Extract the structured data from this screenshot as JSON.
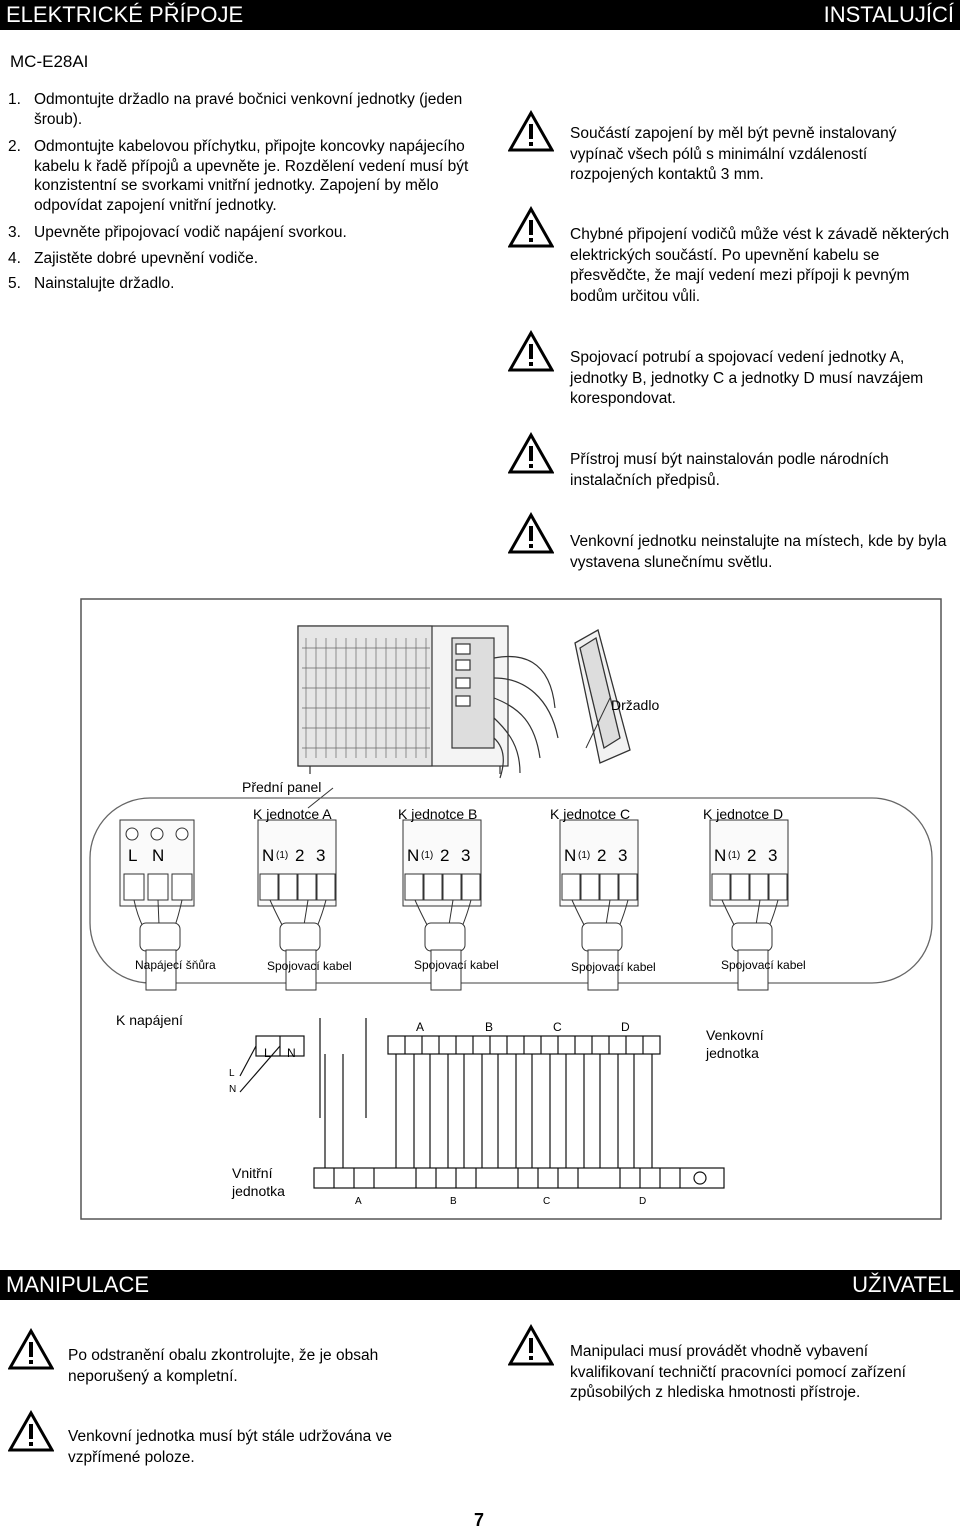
{
  "header": {
    "title": "ELEKTRICKÉ PŘÍPOJE",
    "tag": "INSTALUJÍCÍ"
  },
  "model": "MC-E28AI",
  "steps": [
    {
      "num": "1.",
      "text": "Odmontujte držadlo na pravé bočnici venkovní jednotky (jeden šroub)."
    },
    {
      "num": "2.",
      "text": "Odmontujte kabelovou příchytku, připojte koncovky napájecího kabelu k řadě přípojů a upevněte je. Rozdělení vedení musí být konzistentní se svorkami vnitřní jednotky. Zapojení by mělo odpovídat zapojení vnitřní jednotky."
    },
    {
      "num": "3.",
      "text": "Upevněte připojovací vodič napájení svorkou."
    },
    {
      "num": "4.",
      "text": "Zajistěte dobré upevnění vodiče."
    },
    {
      "num": "5.",
      "text": "Nainstalujte držadlo."
    }
  ],
  "warnings": [
    "Součástí zapojení by měl být pevně instalovaný vypínač všech pólů s minimální vzdáleností rozpojených kontaktů 3 mm.",
    "Chybné připojení vodičů může vést k závadě některých elektrických součástí. Po upevnění kabelu se přesvědčte, že mají vedení mezi přípoji k pevným bodům určitou vůli.",
    "Spojovací potrubí a spojovací vedení jednotky A, jednotky B, jednotky C a jednotky D musí navzájem korespondovat.",
    "Přístroj musí být nainstalován podle národních instalačních předpisů.",
    "Venkovní jednotku neinstalujte na místech, kde by byla vystavena slunečnímu světlu."
  ],
  "diagram": {
    "handle_label": "Držadlo",
    "front_panel_label": "Přední panel",
    "unit_labels": [
      "K jednotce A",
      "K jednotce B",
      "K jednotce C",
      "K jednotce D"
    ],
    "terminal_ln": [
      "L",
      "N"
    ],
    "terminal_unit": [
      "N",
      "(1)",
      "2",
      "3"
    ],
    "cable_labels": [
      "Napájecí šňůra",
      "Spojovací kabel",
      "Spojovací kabel",
      "Spojovací kabel",
      "Spojovací kabel"
    ],
    "power_label": "K napájení",
    "outdoor_label": "Venkovní jednotka",
    "indoor_label": "Vnitřní jednotka",
    "wiring_unit_letters": [
      "A",
      "B",
      "C",
      "D"
    ],
    "wiring_ln": [
      "L",
      "N"
    ]
  },
  "section2": {
    "title": "MANIPULACE",
    "tag": "UŽIVATEL"
  },
  "handling_left": [
    "Po odstranění obalu zkontrolujte, že je obsah neporušený a kompletní.",
    "Venkovní jednotka musí být stále udržována ve vzpřímené poloze."
  ],
  "handling_right": "Manipulaci musí provádět vhodně vybavení kvalifikovaní techničtí pracovníci pomocí zařízení způsobilých z hlediska hmotnosti přístroje.",
  "page_number": "7"
}
